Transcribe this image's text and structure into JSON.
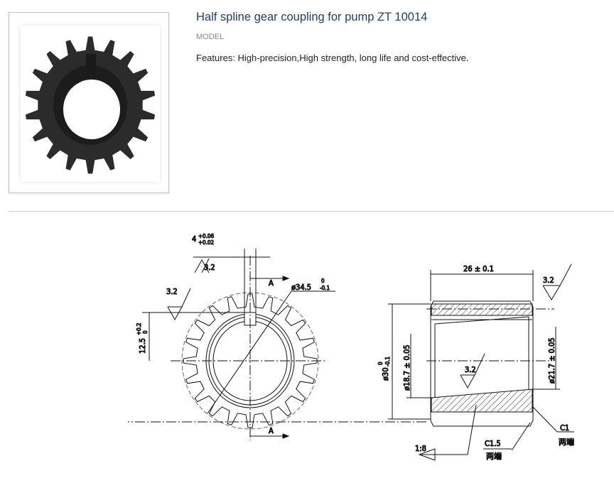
{
  "product": {
    "title": "Half spline gear coupling for pump ZT 10014",
    "model_label": "MODEL",
    "features": "Features: High-precision,High strength, long life and cost-effective."
  },
  "drawing": {
    "key_width": "4",
    "key_tol_upper": "+0.06",
    "key_tol_lower": "+0.02",
    "roughness_1": "3.2",
    "roughness_2": "3.2",
    "roughness_3": "3.2",
    "roughness_4": "3.2",
    "section_mark_top": "A",
    "section_mark_bottom": "A",
    "outer_diameter": "ø34.5",
    "outer_tol_upper": "0",
    "outer_tol_lower": "-0.1",
    "key_depth": "12.5",
    "key_depth_tol_upper": "+0.2",
    "key_depth_tol_lower": "0",
    "length": "26 ± 0.1",
    "body_diameter": "ø30",
    "body_tol_upper": "0",
    "body_tol_lower": "-0.1",
    "bore_small": "ø18.7 ± 0.05",
    "bore_large": "ø21.7 ± 0.05",
    "taper": "1:8",
    "chamfer_1": "C1.5",
    "chamfer_1_note": "两端",
    "chamfer_2": "C1",
    "chamfer_2_note": "两端"
  },
  "colors": {
    "title": "#1d3f73",
    "frame": "#b7c3d3",
    "divider": "#cccccc"
  }
}
